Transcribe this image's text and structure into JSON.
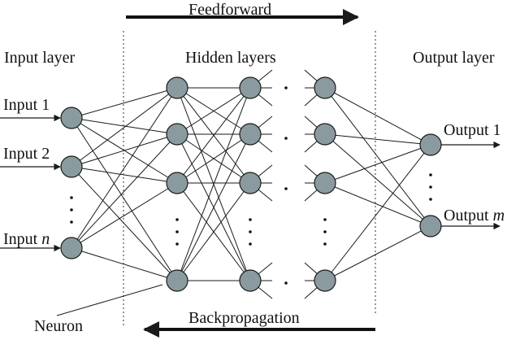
{
  "colors": {
    "neuron_fill": "#8a9ba0",
    "line": "#1a1a1a",
    "background": "#ffffff"
  },
  "arrows": {
    "top_label": "Feedforward",
    "bottom_label": "Backpropagation"
  },
  "layers": {
    "input_title": "Input layer",
    "hidden_title": "Hidden layers",
    "output_title": "Output layer"
  },
  "inputs": {
    "input1": "Input 1",
    "input2": "Input 2",
    "inputn_text": "Input",
    "inputn_var": "n"
  },
  "outputs": {
    "output1": "Output 1",
    "outputm_text": "Output",
    "outputm_var": "m"
  },
  "neuron_label": "Neuron"
}
